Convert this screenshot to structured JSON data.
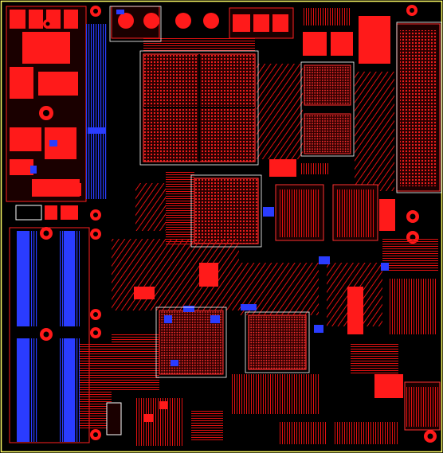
{
  "view": {
    "kind": "pcb-layout-top-view",
    "layers": [
      {
        "name": "top-copper",
        "color": "#ff1a1a"
      },
      {
        "name": "bottom-copper",
        "color": "#1a2dff"
      },
      {
        "name": "silkscreen",
        "color": "#ffffff"
      },
      {
        "name": "board-outline",
        "color": "#ffff66"
      }
    ],
    "background_color": "#000000"
  }
}
